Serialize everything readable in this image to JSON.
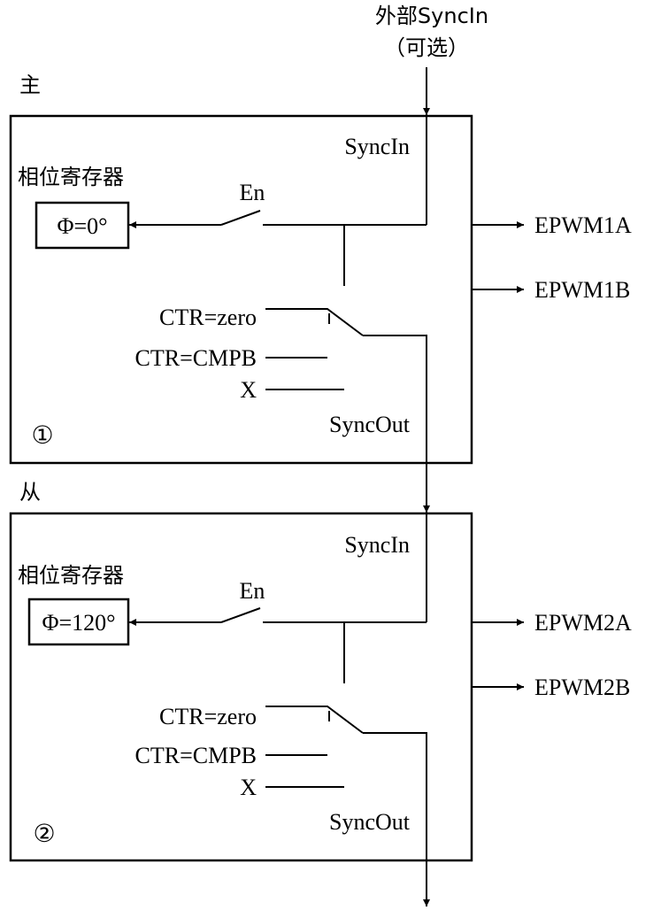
{
  "external": {
    "line1": "外部SyncIn",
    "line2": "（可选）"
  },
  "modules": [
    {
      "role": "主",
      "syncin": "SyncIn",
      "phase_label": "相位寄存器",
      "phase_value": "Φ=0°",
      "enable": "En",
      "out_a": "EPWM1A",
      "out_b": "EPWM1B",
      "sel_zero": "CTR=zero",
      "sel_cmpb": "CTR=CMPB",
      "sel_x": "X",
      "syncout": "SyncOut",
      "number": "①"
    },
    {
      "role": "从",
      "syncin": "SyncIn",
      "phase_label": "相位寄存器",
      "phase_value": "Φ=120°",
      "enable": "En",
      "out_a": "EPWM2A",
      "out_b": "EPWM2B",
      "sel_zero": "CTR=zero",
      "sel_cmpb": "CTR=CMPB",
      "sel_x": "X",
      "syncout": "SyncOut",
      "number": "②"
    }
  ]
}
